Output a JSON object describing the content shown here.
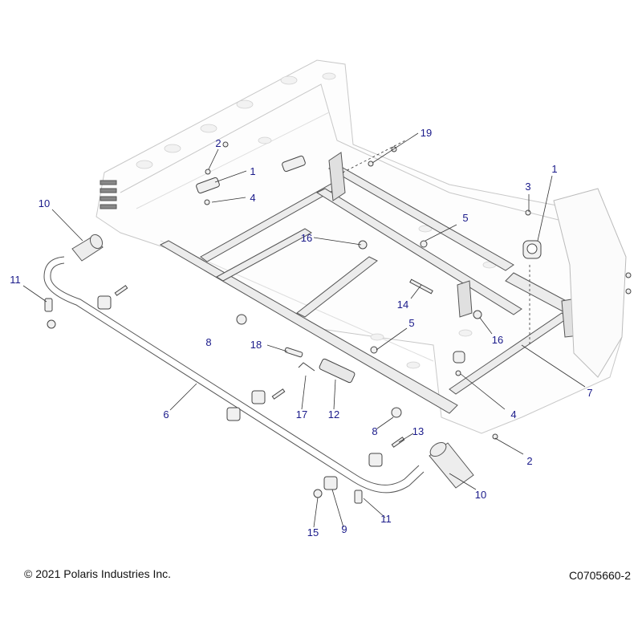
{
  "diagram": {
    "callouts": [
      "2",
      "1",
      "4",
      "10",
      "11",
      "8",
      "19",
      "16",
      "5",
      "14",
      "3",
      "1",
      "16",
      "7",
      "4",
      "2",
      "5",
      "18",
      "17",
      "12",
      "6",
      "8",
      "13",
      "10",
      "15",
      "9",
      "11"
    ]
  },
  "footer": {
    "copyright": "© 2021 Polaris Industries Inc.",
    "figure_code": "C0705660-2"
  },
  "colors": {
    "line": "#555555",
    "callout": "#1a1a8a",
    "bed_fill": "#ffffff"
  }
}
